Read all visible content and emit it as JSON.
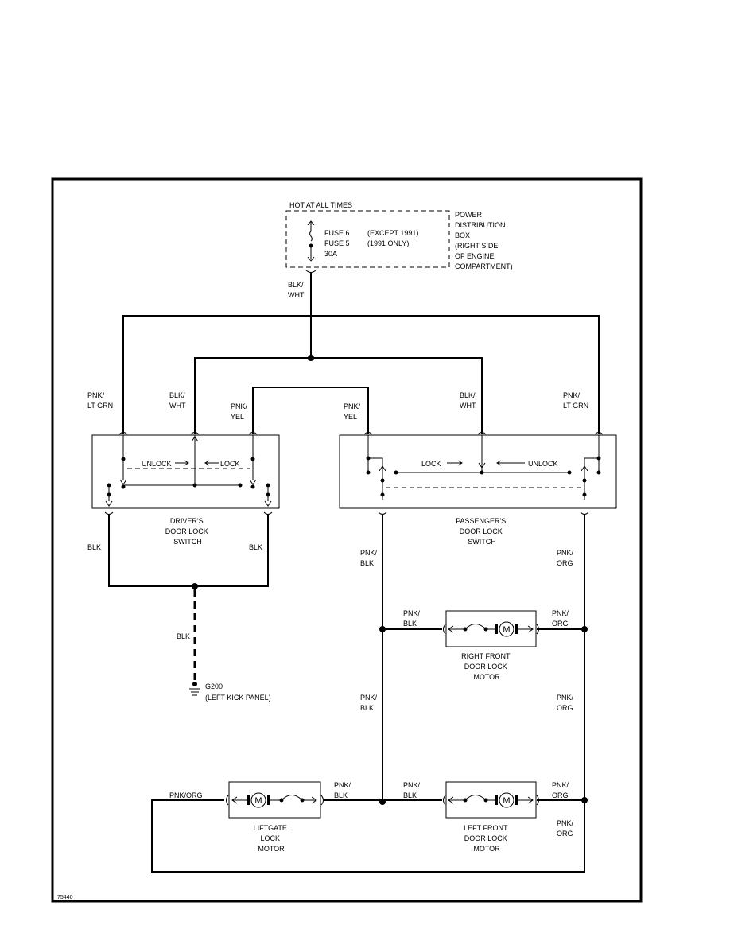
{
  "pdb": {
    "hot": "HOT AT ALL TIMES",
    "fuse_a": "FUSE 6",
    "fuse_a_note": "(EXCEPT 1991)",
    "fuse_b": "FUSE 5",
    "fuse_b_note": "(1991 ONLY)",
    "rating": "30A",
    "name": [
      "POWER",
      "DISTRIBUTION",
      "BOX",
      "(RIGHT SIDE",
      "OF ENGINE",
      "COMPARTMENT)"
    ]
  },
  "wires": {
    "feed": [
      "BLK/",
      "WHT"
    ],
    "drv_outer": [
      "PNK/",
      "LT GRN"
    ],
    "drv_mid": [
      "BLK/",
      "WHT"
    ],
    "drv_inner": [
      "PNK/",
      "YEL"
    ],
    "pas_inner": [
      "PNK/",
      "YEL"
    ],
    "pas_mid": [
      "BLK/",
      "WHT"
    ],
    "pas_outer": [
      "PNK/",
      "LT GRN"
    ],
    "drv_gnd_left": "BLK",
    "drv_gnd_right": "BLK",
    "gnd_main": "BLK",
    "pas_left_upper": [
      "PNK/",
      "BLK"
    ],
    "pas_right_upper": [
      "PNK/",
      "ORG"
    ],
    "rf_left": [
      "PNK/",
      "BLK"
    ],
    "rf_right": [
      "PNK/",
      "ORG"
    ],
    "pas_left_lower": [
      "PNK/",
      "BLK"
    ],
    "pas_right_lower": [
      "PNK/",
      "ORG"
    ],
    "lg_left": "PNK/ORG",
    "lg_right": [
      "PNK/",
      "BLK"
    ],
    "lf_left": [
      "PNK/",
      "BLK"
    ],
    "lf_right": [
      "PNK/",
      "ORG"
    ],
    "bottom_right": [
      "PNK/",
      "ORG"
    ]
  },
  "driver_switch": {
    "unlock": "UNLOCK",
    "lock": "LOCK",
    "name": [
      "DRIVER'S",
      "DOOR LOCK",
      "SWITCH"
    ]
  },
  "passenger_switch": {
    "lock": "LOCK",
    "unlock": "UNLOCK",
    "name": [
      "PASSENGER'S",
      "DOOR LOCK",
      "SWITCH"
    ]
  },
  "ground": {
    "id": "G200",
    "location": "(LEFT KICK PANEL)"
  },
  "motors": {
    "symbol": "M",
    "right_front": [
      "RIGHT FRONT",
      "DOOR LOCK",
      "MOTOR"
    ],
    "liftgate": [
      "LIFTGATE",
      "LOCK",
      "MOTOR"
    ],
    "left_front": [
      "LEFT FRONT",
      "DOOR LOCK",
      "MOTOR"
    ]
  },
  "figure_id": "75440"
}
